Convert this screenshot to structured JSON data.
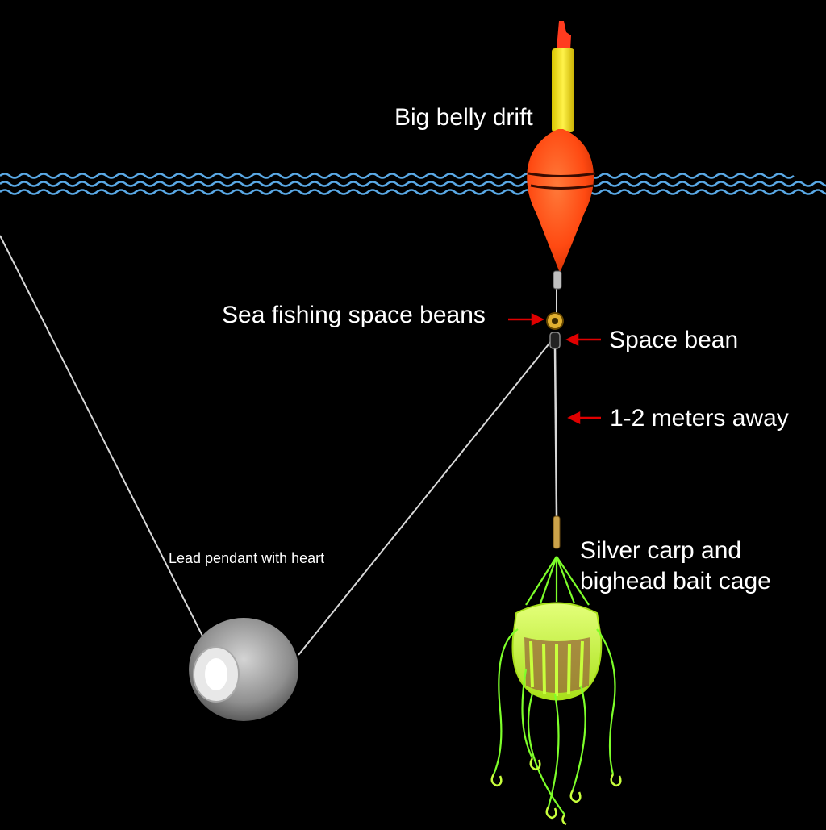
{
  "labels": {
    "float": "Big belly drift",
    "sea_fishing_beans": "Sea fishing space beans",
    "space_bean": "Space bean",
    "distance": "1-2 meters away",
    "cage_line1": "Silver carp and",
    "cage_line2": "bighead bait cage",
    "lead": "Lead pendant with heart"
  },
  "colors": {
    "background": "#000000",
    "water_wave": "#5aa9e6",
    "float_body": "#ff4a12",
    "float_tip": "#f2e200",
    "float_top": "#ff3b1f",
    "arrow": "#e00000",
    "line": "#d8d8d8",
    "bait_cage": "#c8ff3c",
    "hook_line": "#7dff2a",
    "lead_weight": "#9a9a9a"
  }
}
